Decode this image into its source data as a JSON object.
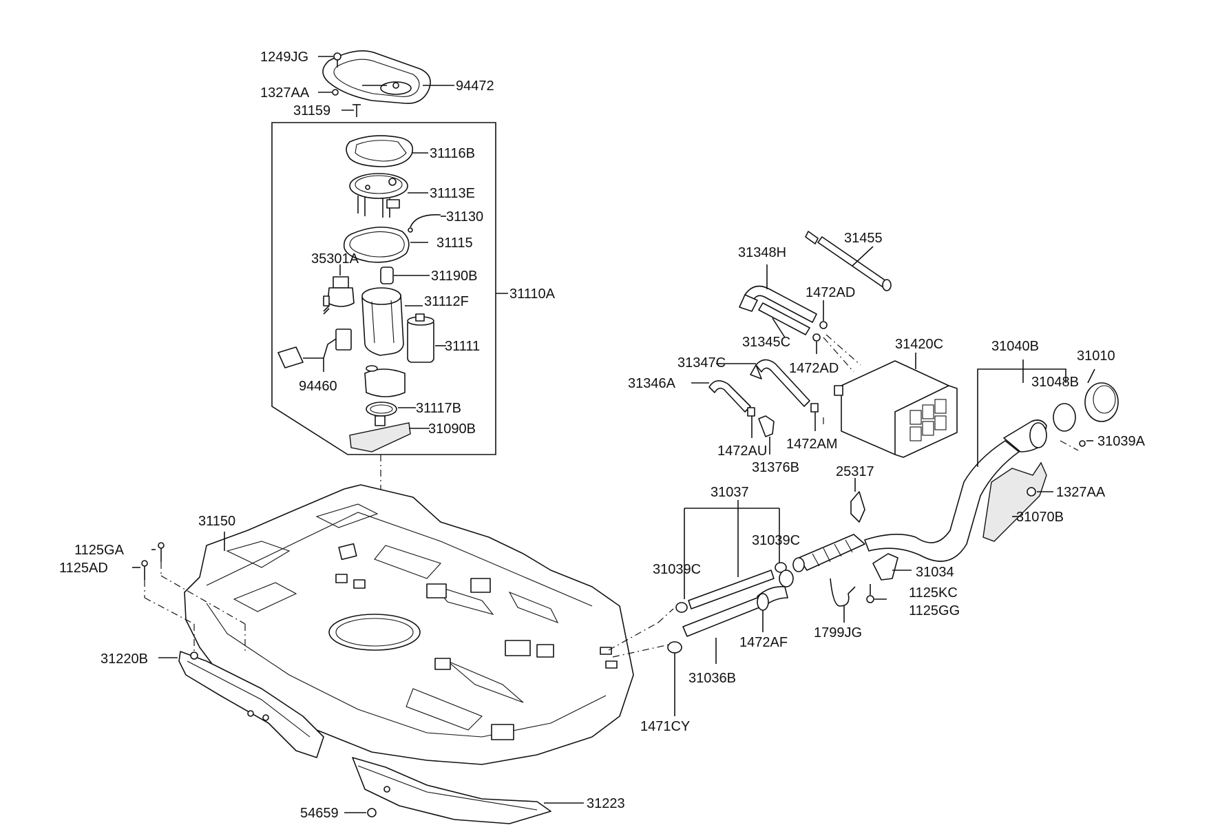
{
  "labels": {
    "l1249JG": "1249JG",
    "l94472": "94472",
    "l1327AA_top": "1327AA",
    "l31159": "31159",
    "l31116B": "31116B",
    "l31113E": "31113E",
    "l31130": "31130",
    "l31115": "31115",
    "l35301A": "35301A",
    "l31190B": "31190B",
    "l31112F": "31112F",
    "l31110A": "31110A",
    "l31111": "31111",
    "l94460": "94460",
    "l31117B": "31117B",
    "l31090B": "31090B",
    "l31348H": "31348H",
    "l31455": "31455",
    "l1472AD_a": "1472AD",
    "l31345C": "31345C",
    "l1472AD_b": "1472AD",
    "l31420C": "31420C",
    "l31040B": "31040B",
    "l31010": "31010",
    "l31347C": "31347C",
    "l31346A": "31346A",
    "l31048B": "31048B",
    "l1472AU": "1472AU",
    "l1472AM": "1472AM",
    "l31376B": "31376B",
    "l31039A": "31039A",
    "l25317": "25317",
    "l1327AA_right": "1327AA",
    "l31037": "31037",
    "l31070B": "31070B",
    "l31150": "31150",
    "l31039C_r": "31039C",
    "l1125GA": "1125GA",
    "l1125AD": "1125AD",
    "l31039C_l": "31039C",
    "l31034": "31034",
    "l1125KC": "1125KC",
    "l1125GG": "1125GG",
    "l1472AF": "1472AF",
    "l1799JG": "1799JG",
    "l31220B": "31220B",
    "l31036B": "31036B",
    "l1471CY": "1471CY",
    "l31223": "31223",
    "l54659": "54659"
  }
}
